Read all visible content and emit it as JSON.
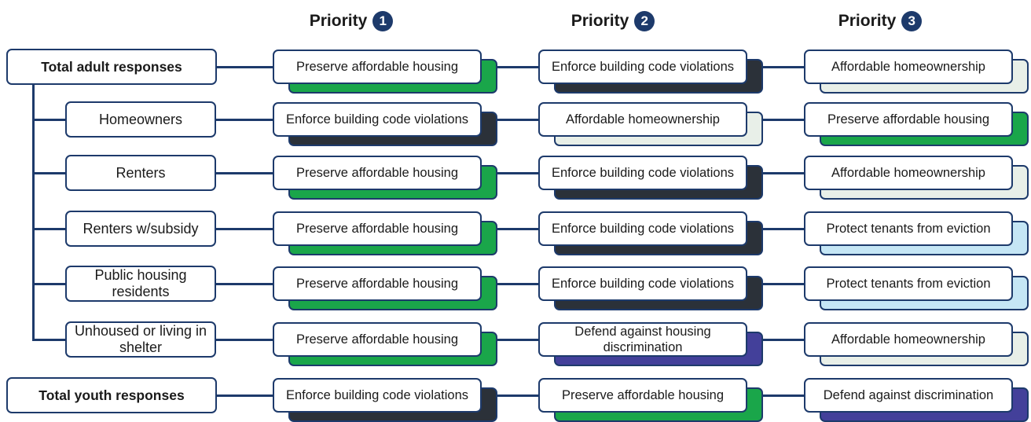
{
  "headers": [
    {
      "label": "Priority",
      "number": "1"
    },
    {
      "label": "Priority",
      "number": "2"
    },
    {
      "label": "Priority",
      "number": "3"
    }
  ],
  "category_colors": {
    "Preserve affordable housing": "#1aa64a",
    "Enforce building code violations": "#2b3139",
    "Affordable homeownership": "#e8efe8",
    "Protect tenants from eviction": "#c5e6f5",
    "Defend against housing discrimination": "#43409a",
    "Defend against discrimination": "#43409a"
  },
  "rows": [
    {
      "group": "Total adult responses",
      "total": true,
      "priorities": [
        "Preserve affordable housing",
        "Enforce building code violations",
        "Affordable homeownership"
      ]
    },
    {
      "group": "Homeowners",
      "total": false,
      "priorities": [
        "Enforce building code violations",
        "Affordable homeownership",
        "Preserve affordable housing"
      ]
    },
    {
      "group": "Renters",
      "total": false,
      "priorities": [
        "Preserve affordable housing",
        "Enforce building code violations",
        "Affordable homeownership"
      ]
    },
    {
      "group": "Renters w/subsidy",
      "total": false,
      "priorities": [
        "Preserve affordable housing",
        "Enforce building code violations",
        "Protect tenants from eviction"
      ]
    },
    {
      "group": "Public housing residents",
      "total": false,
      "priorities": [
        "Preserve affordable housing",
        "Enforce building code violations",
        "Protect tenants from eviction"
      ]
    },
    {
      "group": "Unhoused or living in shelter",
      "total": false,
      "priorities": [
        "Preserve affordable housing",
        "Defend against housing discrimination",
        "Affordable homeownership"
      ]
    },
    {
      "group": "Total youth responses",
      "total": true,
      "priorities": [
        "Enforce building code violations",
        "Preserve affordable housing",
        "Defend against discrimination"
      ]
    }
  ]
}
